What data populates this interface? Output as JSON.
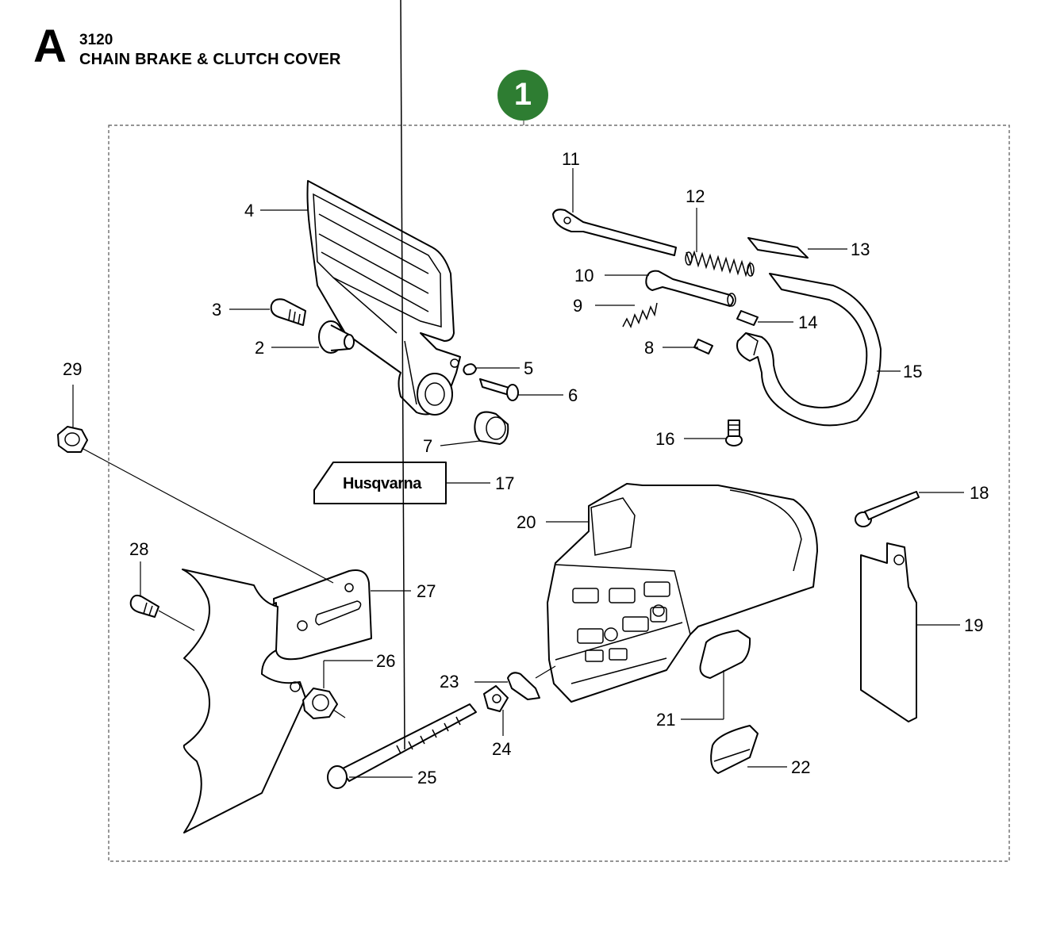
{
  "header": {
    "section_letter": "A",
    "code": "3120",
    "title": "CHAIN BRAKE & CLUTCH COVER",
    "group_badge": "1"
  },
  "decal_text": "Husqvarna",
  "callouts": {
    "c1": "1",
    "c2": "2",
    "c3": "3",
    "c4": "4",
    "c5": "5",
    "c6": "6",
    "c7": "7",
    "c8": "8",
    "c9": "9",
    "c10": "10",
    "c11": "11",
    "c12": "12",
    "c13": "13",
    "c14": "14",
    "c15": "15",
    "c16": "16",
    "c17": "17",
    "c18": "18",
    "c19": "19",
    "c20": "20",
    "c21": "21",
    "c22": "22",
    "c23": "23",
    "c24": "24",
    "c25": "25",
    "c26": "26",
    "c27": "27",
    "c28": "28",
    "c29": "29"
  },
  "colors": {
    "badge_green": "#2e7d32",
    "line": "#000000",
    "frame_dash": "#555555"
  }
}
